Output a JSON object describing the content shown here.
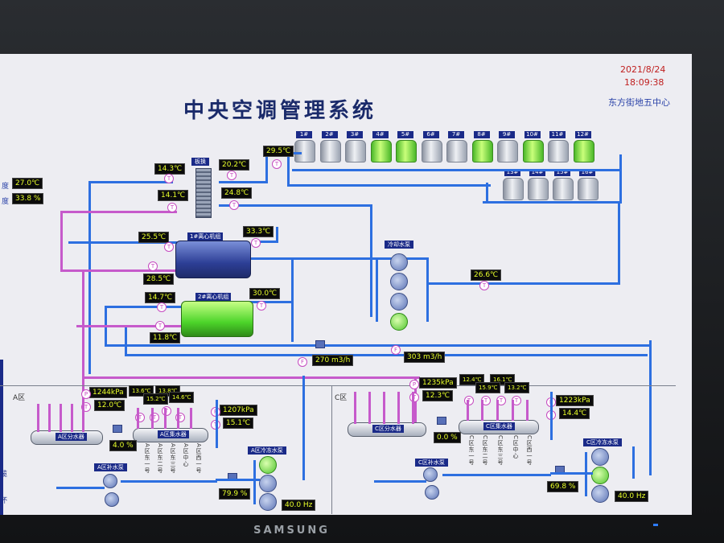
{
  "window": {
    "title": "中央空调管理系统",
    "date": "2021/8/24",
    "time": "18:09:38",
    "org": "东方街地五中心",
    "brand": "SAMSUNG"
  },
  "left_panel": {
    "temp_label": "度",
    "temp": "27.0℃",
    "humidity_label": "度",
    "humidity": "33.8 %",
    "bottom_label_1": "缆",
    "bottom_label_2": "坏"
  },
  "towers": {
    "row1": [
      {
        "id": "1#",
        "on": false
      },
      {
        "id": "2#",
        "on": false
      },
      {
        "id": "3#",
        "on": false
      },
      {
        "id": "4#",
        "on": true
      },
      {
        "id": "5#",
        "on": true
      },
      {
        "id": "6#",
        "on": false
      },
      {
        "id": "7#",
        "on": false
      },
      {
        "id": "8#",
        "on": true
      },
      {
        "id": "9#",
        "on": false
      },
      {
        "id": "10#",
        "on": true
      },
      {
        "id": "11#",
        "on": false
      },
      {
        "id": "12#",
        "on": true
      }
    ],
    "row2": [
      {
        "id": "13#",
        "on": false
      },
      {
        "id": "14#",
        "on": false
      },
      {
        "id": "15#",
        "on": false
      },
      {
        "id": "16#",
        "on": false
      }
    ]
  },
  "equipment": {
    "exchanger": "板换",
    "chiller1": "1#离心机组",
    "chiller2": "2#离心机组",
    "cooling_pumps": "冷却水泵"
  },
  "readings": {
    "t_143": "14.3℃",
    "t_202": "20.2℃",
    "t_295": "29.5℃",
    "t_141": "14.1℃",
    "t_248": "24.8℃",
    "t_255": "25.5℃",
    "t_333": "33.3℃",
    "t_285": "28.5℃",
    "t_266": "26.6℃",
    "t_147": "14.7℃",
    "t_300": "30.0℃",
    "t_118": "11.8℃",
    "flow1": "270 m3/h",
    "flow2": "303 m3/h"
  },
  "zone_a": {
    "label": "A区",
    "pressure1": "1244kPa",
    "temp1": "12.0℃",
    "pct": "4.0 %",
    "pressure2": "1207kPa",
    "temp2": "15.1℃",
    "small1": "13.6℃",
    "small2": "13.8℃",
    "small3": "15.2℃",
    "small4": "14.6℃",
    "dist": "A区分水器",
    "collect": "A区集水器",
    "pumps": "A区补水泵",
    "chw_pumps": "A区冷冻水泵",
    "pct2": "79.9 %",
    "hz": "40.0 Hz"
  },
  "zone_c": {
    "label": "C区",
    "pressure1": "1235kPa",
    "temp1": "12.3℃",
    "pct": "0.0 %",
    "pressure2": "1223kPa",
    "temp2": "14.4℃",
    "small1": "12.4℃",
    "small2": "16.1℃",
    "small3": "15.9℃",
    "small4": "13.2℃",
    "dist": "C区分水器",
    "collect": "C区集水器",
    "pumps": "C区补水泵",
    "chw_pumps": "C区冷冻水泵",
    "pct2": "69.8 %",
    "hz": "40.0 Hz"
  },
  "branch_text": {
    "a": [
      "A区东一号",
      "A区东二号",
      "A区东三号",
      "A区中心",
      "A区西一号"
    ],
    "c": [
      "C区东一号",
      "C区东二号",
      "C区东三号",
      "C区中心",
      "C区西一号"
    ]
  }
}
